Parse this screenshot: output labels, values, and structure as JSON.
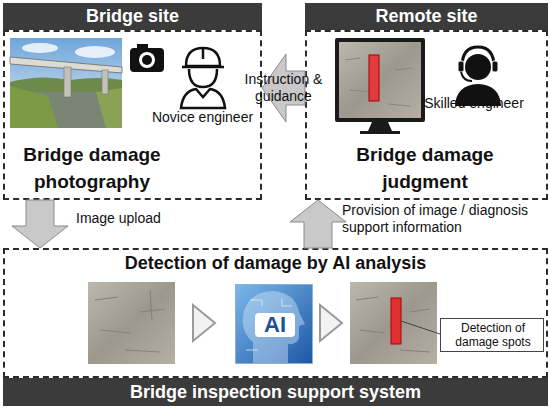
{
  "diagram": {
    "nodes": [
      {
        "text": [
          "Bridge site",
          "Novice engineer",
          "Bridge damage photography"
        ]
      },
      {
        "text": [
          "Remote site",
          "Skilled engineer",
          "Bridge damage judgment"
        ]
      },
      {
        "text": [
          "Detection of damage by AI analysis",
          "Bridge inspection support system"
        ]
      },
      {
        "text": [
          "AI"
        ],
        "in": 2
      },
      {
        "text": [
          "Detection of damage spots"
        ],
        "in": 2
      }
    ],
    "edges": [
      {
        "from": 1,
        "to": 0,
        "arrow": "to",
        "label": "Instruction & guidance"
      },
      {
        "from": 0,
        "to": 2,
        "arrow": "to",
        "label": "Image upload"
      },
      {
        "from": 2,
        "to": 1,
        "arrow": "to",
        "label": "Provision of image / diagnosis support information"
      }
    ]
  }
}
